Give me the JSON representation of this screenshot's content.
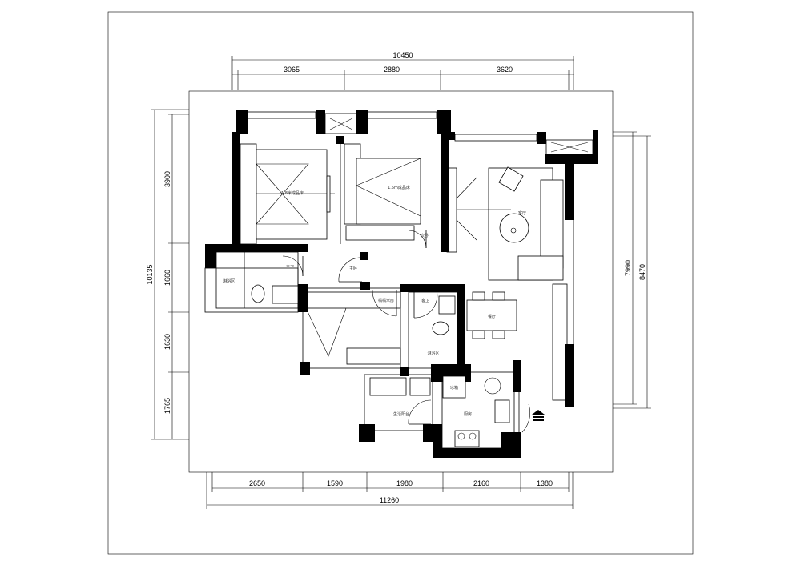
{
  "dimensions": {
    "top_total": "10450",
    "top": [
      "3065",
      "2880",
      "3620"
    ],
    "left_total": "10135",
    "left": [
      "3900",
      "1660",
      "1630",
      "1765"
    ],
    "right": [
      "7990",
      "8470"
    ],
    "bottom": [
      "2650",
      "1590",
      "1980",
      "2160",
      "1380"
    ],
    "bottom_total": "11260"
  },
  "rooms": {
    "master_bed": "1.8米成品床",
    "second_bed": "1.5m成品床",
    "second_bedroom": "次卧",
    "master_bath": "主卫",
    "shower_area": "淋浴区",
    "master_bedroom": "主卧",
    "tatami_room": "榻榻米房",
    "guest_bath": "客卫",
    "guest_shower": "淋浴区",
    "living_room": "客厅",
    "dining_room": "餐厅",
    "fridge": "冰箱",
    "kitchen": "厨房",
    "laundry_balcony": "生活阳台"
  },
  "colors": {
    "line": "#000000",
    "background": "#ffffff"
  }
}
